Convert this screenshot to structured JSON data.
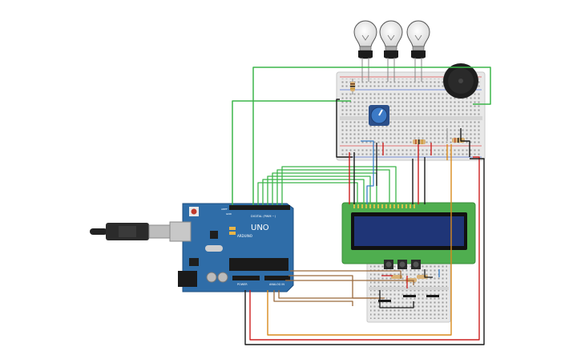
{
  "arduino": {
    "logo": "UNO",
    "brand": "ARDUINO",
    "digital_label": "DIGITAL (PWM ~)",
    "power_label": "POWER",
    "analog_label": "ANALOG IN",
    "aref_label": "AREF",
    "gnd_label": "GND"
  },
  "colors": {
    "board": "#2f6da8",
    "breadboard": "#e6e6e6",
    "lcd_bezel": "#4fae4f",
    "lcd_screen": "#1f3577",
    "wire_green": "#3cb54a",
    "wire_red": "#cc2020",
    "wire_black": "#1a1a1a",
    "wire_orange": "#d98a1c",
    "wire_brown": "#9b6a3c",
    "wire_blue": "#3a7fc8"
  }
}
